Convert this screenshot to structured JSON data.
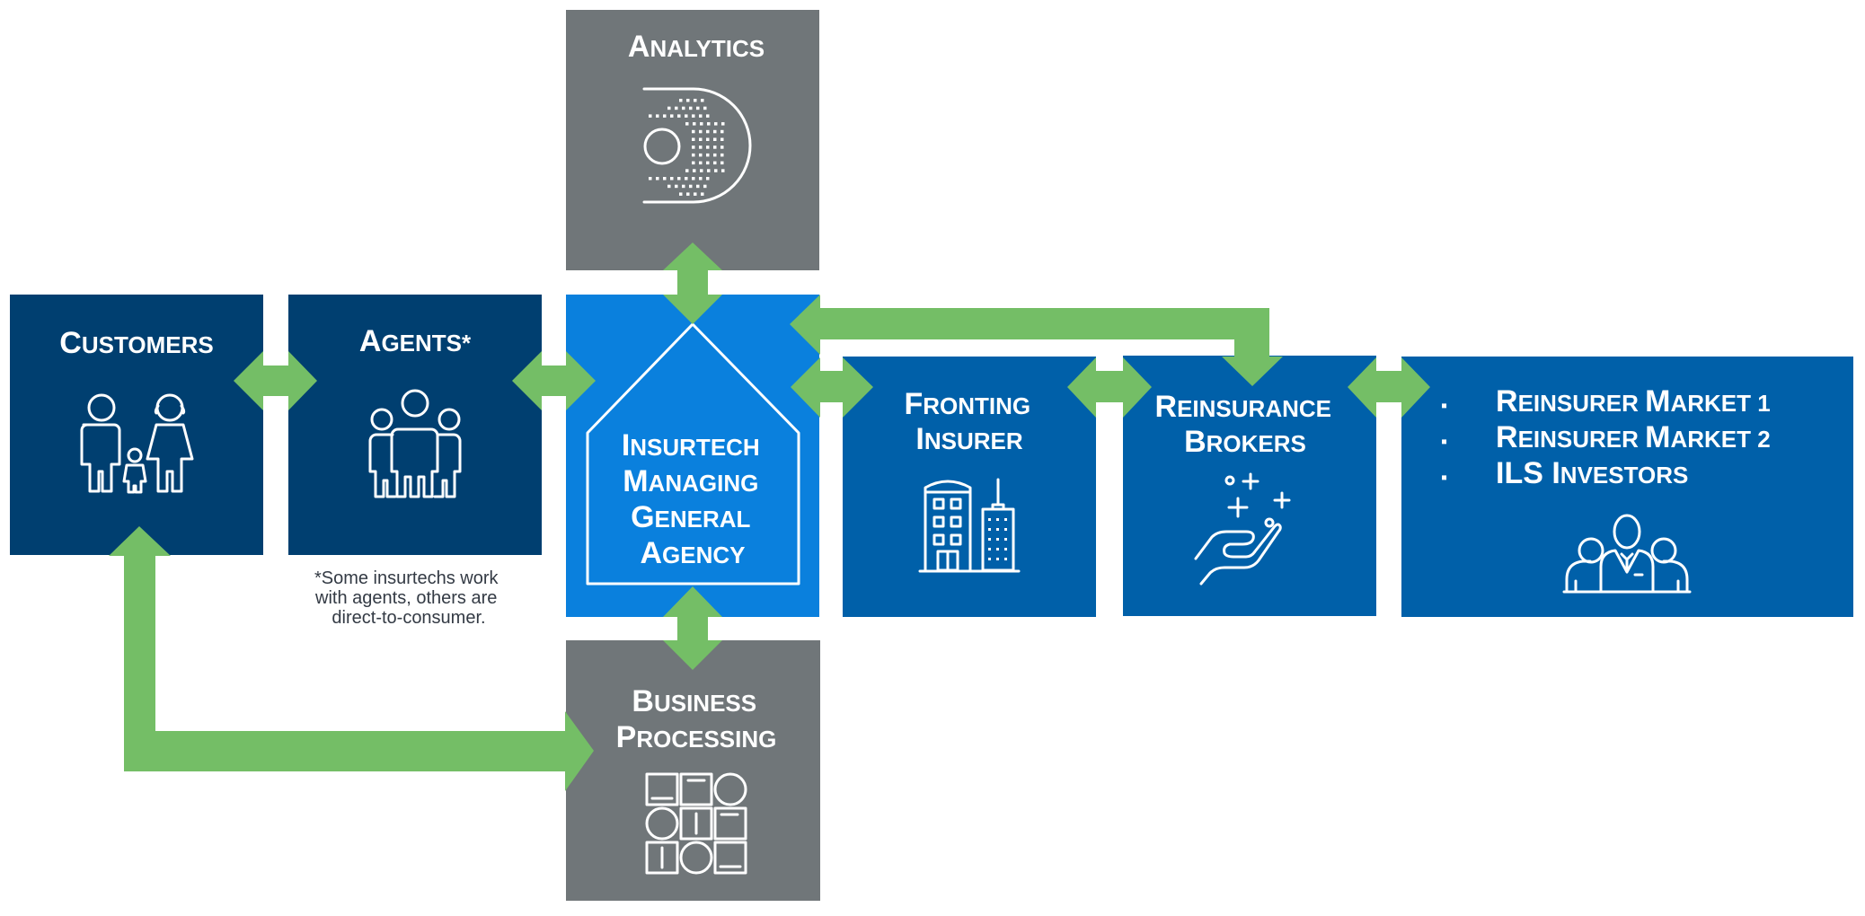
{
  "colors": {
    "navy": "#003f70",
    "blue": "#0060a9",
    "bright_blue": "#0a80dd",
    "gray": "#707679",
    "green": "#74be66",
    "note_text": "#333a44"
  },
  "nodes": {
    "customers": {
      "first": "C",
      "rest": "USTOMERS",
      "icon": "family-icon"
    },
    "agents": {
      "first": "A",
      "rest": "GENTS*",
      "icon": "group-icon"
    },
    "analytics": {
      "first": "A",
      "rest": "NALYTICS",
      "icon": "analytics-icon"
    },
    "mga": {
      "lines": [
        {
          "first": "I",
          "rest": "NSURTECH"
        },
        {
          "first": "M",
          "rest": "ANAGING"
        },
        {
          "first": "G",
          "rest": "ENERAL"
        },
        {
          "first": "A",
          "rest": "GENCY"
        }
      ],
      "icon": "house-outline-icon"
    },
    "business": {
      "lines": [
        {
          "first": "B",
          "rest": "USINESS"
        },
        {
          "first": "P",
          "rest": "ROCESSING"
        }
      ],
      "icon": "process-grid-icon"
    },
    "fronting": {
      "lines": [
        {
          "first": "F",
          "rest": "RONTING"
        },
        {
          "first": "I",
          "rest": "NSURER"
        }
      ],
      "icon": "building-icon"
    },
    "brokers": {
      "lines": [
        {
          "first": "R",
          "rest": "EINSURANCE"
        },
        {
          "first": "B",
          "rest": "ROKERS"
        }
      ],
      "icon": "hand-offering-icon"
    },
    "markets": {
      "items": [
        {
          "first": "R",
          "rest": "EINSURER ",
          "first2": "M",
          "rest2": "ARKET 1"
        },
        {
          "first": "R",
          "rest": "EINSURER ",
          "first2": "M",
          "rest2": "ARKET 2"
        },
        {
          "first": "ILS ",
          "rest": "",
          "first2": "I",
          "rest2": "NVESTORS"
        }
      ],
      "bullet": "▪",
      "icon": "investors-icon"
    }
  },
  "footnote": {
    "lines": [
      "*Some insurtechs work",
      "with agents, others are",
      "direct-to-consumer."
    ]
  },
  "connections": [
    {
      "from": "customers",
      "to": "agents",
      "direction": "both"
    },
    {
      "from": "agents",
      "to": "mga",
      "direction": "both"
    },
    {
      "from": "analytics",
      "to": "mga",
      "direction": "both"
    },
    {
      "from": "mga",
      "to": "business",
      "direction": "both"
    },
    {
      "from": "mga",
      "to": "fronting",
      "direction": "both"
    },
    {
      "from": "fronting",
      "to": "brokers",
      "direction": "both"
    },
    {
      "from": "brokers",
      "to": "markets",
      "direction": "both"
    },
    {
      "from": "mga",
      "to": "brokers",
      "direction": "both"
    },
    {
      "from": "customers",
      "to": "business",
      "direction": "both"
    }
  ]
}
